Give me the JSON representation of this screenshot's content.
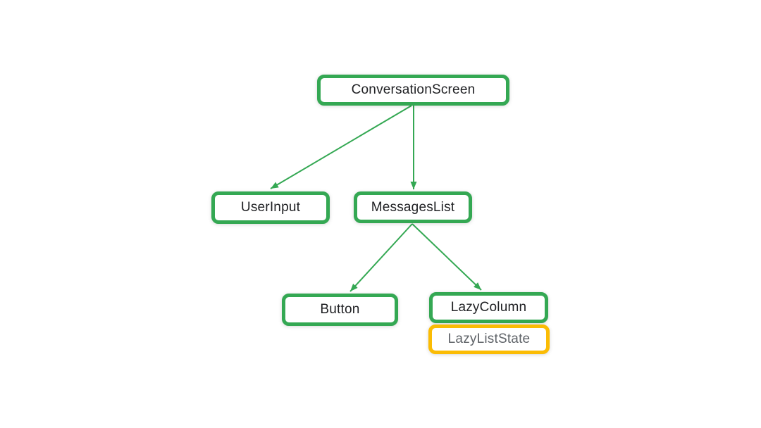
{
  "nodes": {
    "conversation_screen": {
      "label": "ConversationScreen"
    },
    "user_input": {
      "label": "UserInput"
    },
    "messages_list": {
      "label": "MessagesList"
    },
    "button": {
      "label": "Button"
    },
    "lazy_column": {
      "label": "LazyColumn"
    },
    "lazy_list_state": {
      "label": "LazyListState"
    }
  },
  "edges": [
    {
      "from": "ConversationScreen",
      "to": "UserInput"
    },
    {
      "from": "ConversationScreen",
      "to": "MessagesList"
    },
    {
      "from": "MessagesList",
      "to": "Button"
    },
    {
      "from": "MessagesList",
      "to": "LazyColumn"
    }
  ],
  "attachments": [
    {
      "node": "LazyColumn",
      "state": "LazyListState"
    }
  ],
  "colors": {
    "composable_border": "#34A853",
    "state_border": "#FBBC04",
    "edge": "#34A853",
    "composable_text": "#202124",
    "state_text": "#5F6368",
    "background": "#FFFFFF"
  }
}
